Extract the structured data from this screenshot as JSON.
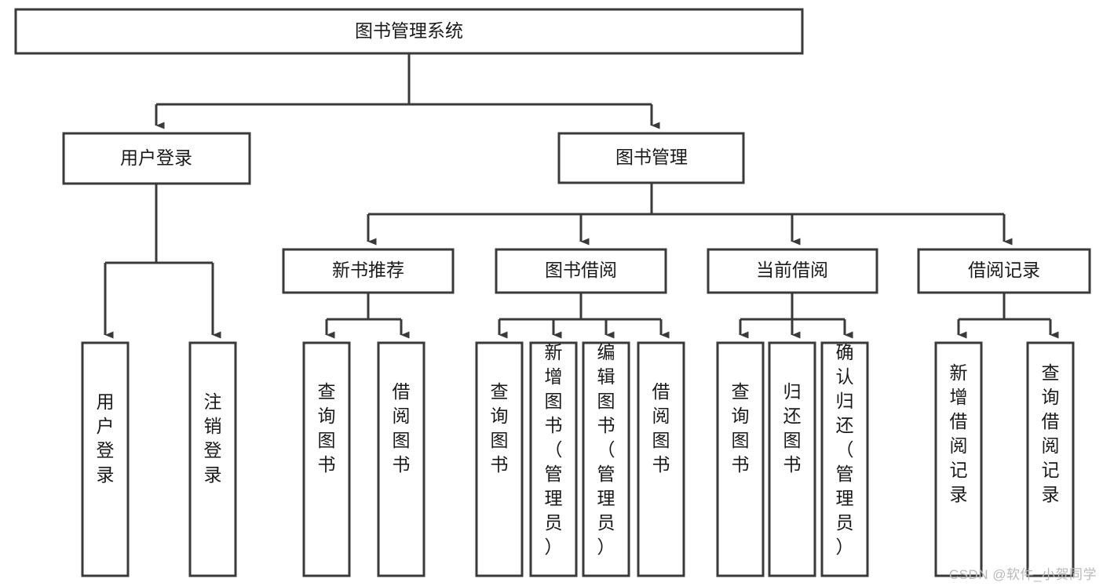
{
  "diagram": {
    "type": "tree-hierarchy-chart",
    "title": "图书管理系统",
    "watermark": "CSDN @软件_小贺同学",
    "colors": {
      "stroke": "#3a3a3a",
      "fill": "#ffffff",
      "text": "#1a1a1a",
      "background": "#ffffff",
      "watermark": "#b9b9b9"
    },
    "levels": {
      "root": {
        "label": "图书管理系统"
      },
      "level2": [
        {
          "label": "用户登录"
        },
        {
          "label": "图书管理"
        }
      ],
      "level3": [
        {
          "label": "新书推荐"
        },
        {
          "label": "图书借阅"
        },
        {
          "label": "当前借阅"
        },
        {
          "label": "借阅记录"
        }
      ],
      "leaves": {
        "user_login": [
          {
            "label": "用户登录"
          },
          {
            "label": "注销登录"
          }
        ],
        "new_book_recommend": [
          {
            "label": "查询图书"
          },
          {
            "label": "借阅图书"
          }
        ],
        "book_borrow": [
          {
            "label": "查询图书"
          },
          {
            "label": "新增图书（管理员）"
          },
          {
            "label": "编辑图书（管理员）"
          },
          {
            "label": "借阅图书"
          }
        ],
        "current_borrow": [
          {
            "label": "查询图书"
          },
          {
            "label": "归还图书"
          },
          {
            "label": "确认归还（管理员）"
          }
        ],
        "borrow_record": [
          {
            "label": "新增借阅记录"
          },
          {
            "label": "查询借阅记录"
          }
        ]
      }
    }
  }
}
